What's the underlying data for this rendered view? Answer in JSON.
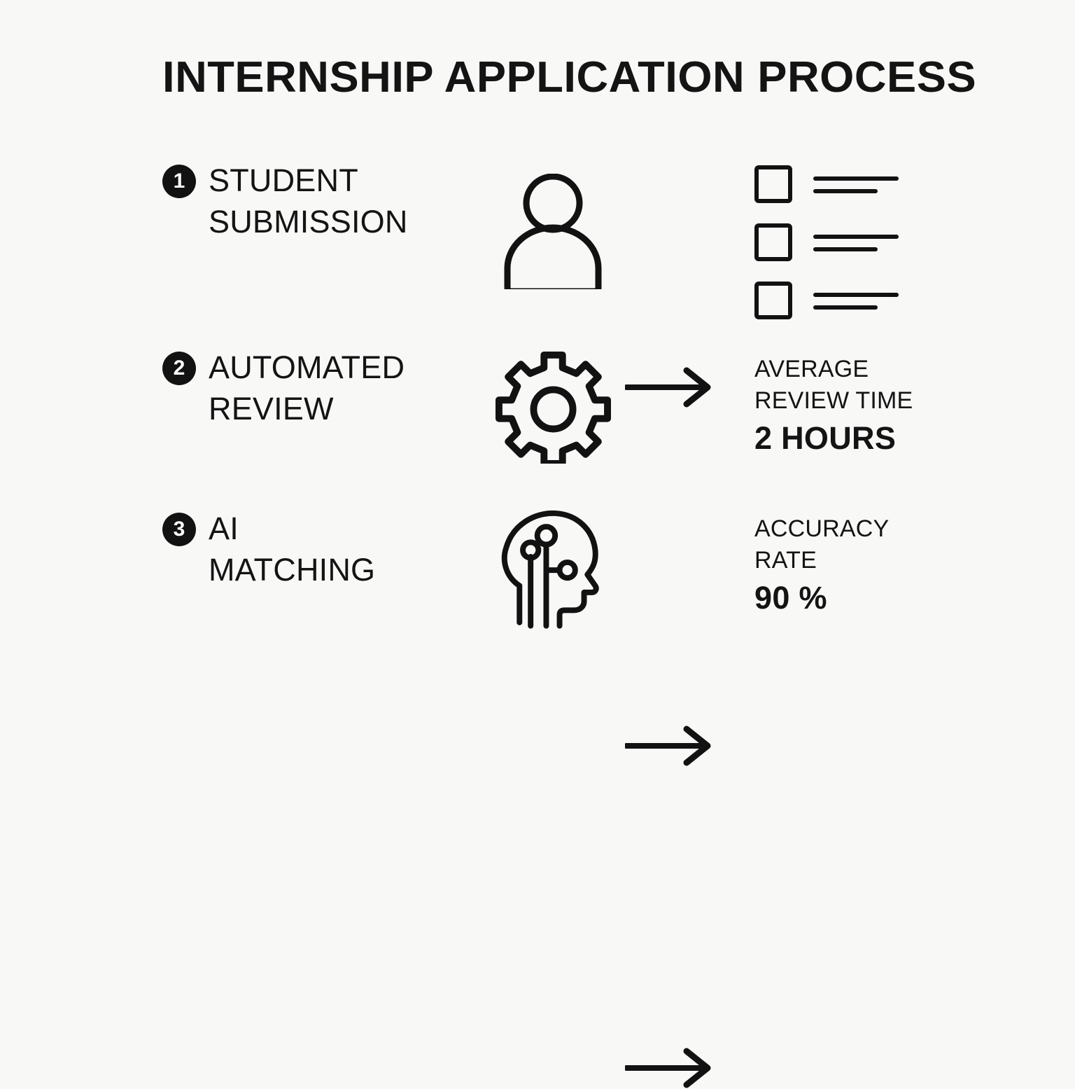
{
  "poster": {
    "title": "INTERNSHIP APPLICATION PROCESS",
    "background_color": "#F8F8F7",
    "ink_color": "#141414"
  },
  "steps": [
    {
      "number": "1",
      "label": "STUDENT\nSUBMISSION",
      "icon": "person-icon",
      "connector": "arrow-right-icon",
      "result_type": "checklist",
      "checklist": {
        "rows": 3,
        "checkbox_state": "empty"
      }
    },
    {
      "number": "2",
      "label": "AUTOMATED\nREVIEW",
      "icon": "gear-icon",
      "connector": "arrow-right-icon",
      "result_type": "stat",
      "stat": {
        "caption": "AVERAGE\nREVIEW TIME",
        "value": "2 HOURS"
      }
    },
    {
      "number": "3",
      "label": "AI\nMATCHING",
      "icon": "ai-head-icon",
      "connector": "arrow-right-icon",
      "result_type": "stat",
      "stat": {
        "caption": "ACCURACY\nRATE",
        "value": "90 %"
      }
    }
  ]
}
